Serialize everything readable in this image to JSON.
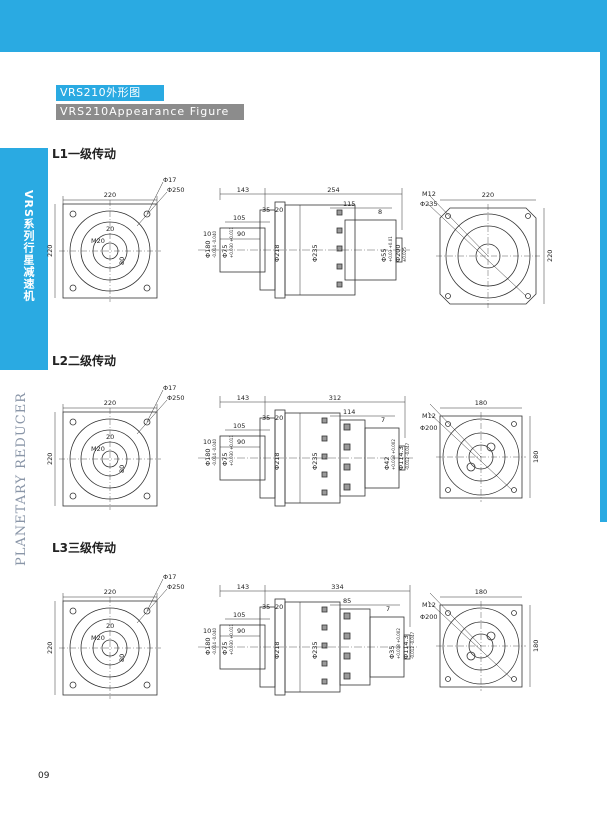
{
  "header": {
    "title_cn": "VRS210外形图",
    "title_en": "VRS210Appearance Figure"
  },
  "sidebar": {
    "series_cn": "VRS系列行星减速机",
    "series_en": "PLANETARY REDUCER"
  },
  "sections": [
    {
      "heading": "L1一级传动",
      "face": {
        "w": "220",
        "h": "220",
        "d1": "Φ17",
        "d2": "Φ250",
        "bolt": "M20",
        "a": "20",
        "b": "80"
      },
      "side": {
        "overall": "143",
        "len2": "254",
        "s35": "35",
        "s20": "20",
        "s105": "105",
        "s115": "115",
        "s8": "8",
        "s10": "10",
        "s90": "90",
        "shaft": "Φ180",
        "shaft_tol": "-0.014\n-0.040",
        "key": "Φ75",
        "key_tol": "+0.030\n+0.011",
        "mid1": "Φ218",
        "mid2": "Φ235",
        "out1": "Φ55",
        "out1_tol": "+0.03\n+0.01",
        "out2": "Φ200",
        "out2_tol": "±0.025"
      },
      "back": {
        "m": "M12",
        "d": "Φ235",
        "w": "220",
        "h": "220"
      }
    },
    {
      "heading": "L2二级传动",
      "face": {
        "w": "220",
        "h": "220",
        "d1": "Φ17",
        "d2": "Φ250",
        "bolt": "M20",
        "a": "20",
        "b": "80"
      },
      "side": {
        "overall": "143",
        "len2": "312",
        "s35": "35",
        "s20": "20",
        "s105": "105",
        "s115": "114",
        "s8": "7",
        "s10": "10",
        "s90": "90",
        "shaft": "Φ180",
        "shaft_tol": "-0.014\n-0.040",
        "key": "Φ75",
        "key_tol": "+0.030\n+0.011",
        "mid1": "Φ218",
        "mid2": "Φ235",
        "out1": "Φ42",
        "out1_tol": "+0.018\n+0.002",
        "out2": "Φ114.3",
        "out2_tol": "-0.012\n-0.047"
      },
      "back": {
        "m": "M12",
        "d": "Φ200",
        "w": "180",
        "h": "180"
      }
    },
    {
      "heading": "L3三级传动",
      "face": {
        "w": "220",
        "h": "220",
        "d1": "Φ17",
        "d2": "Φ250",
        "bolt": "M20",
        "a": "20",
        "b": "80"
      },
      "side": {
        "overall": "143",
        "len2": "334",
        "s35": "35",
        "s20": "20",
        "s105": "105",
        "s115": "85",
        "s8": "7",
        "s10": "10",
        "s90": "90",
        "shaft": "Φ180",
        "shaft_tol": "-0.014\n-0.040",
        "key": "Φ75",
        "key_tol": "+0.030\n+0.011",
        "mid1": "Φ218",
        "mid2": "Φ235",
        "out1": "Φ35",
        "out1_tol": "+0.018\n+0.002",
        "out2": "Φ114.3",
        "out2_tol": "-0.012\n-0.047"
      },
      "back": {
        "m": "M12",
        "d": "Φ200",
        "w": "180",
        "h": "180"
      }
    }
  ],
  "footer": {
    "page": "09"
  },
  "colors": {
    "accent": "#2aaae2",
    "gray_tag": "#8c8c8c",
    "line": "#333333"
  }
}
